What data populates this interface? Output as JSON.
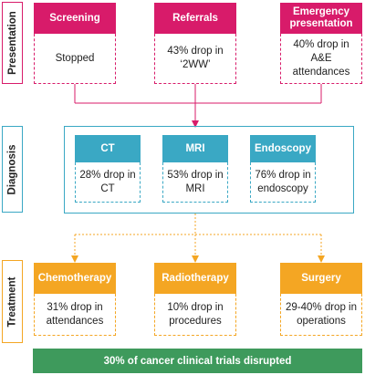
{
  "stages": {
    "presentation": "Presentation",
    "diagnosis": "Diagnosis",
    "treatment": "Treatment"
  },
  "presentation": [
    {
      "title": "Screening",
      "text": "Stopped"
    },
    {
      "title": "Referrals",
      "text": "43% drop in ‘2WW’"
    },
    {
      "title": "Emergency presentation",
      "text": "40% drop in A&E attendances"
    }
  ],
  "diagnosis": [
    {
      "title": "CT",
      "text": "28% drop in CT"
    },
    {
      "title": "MRI",
      "text": "53% drop in MRI"
    },
    {
      "title": "Endoscopy",
      "text": "76% drop in endoscopy"
    }
  ],
  "treatment": [
    {
      "title": "Chemotherapy",
      "text": "31% drop in attendances"
    },
    {
      "title": "Radiotherapy",
      "text": "10% drop in procedures"
    },
    {
      "title": "Surgery",
      "text": "29-40% drop in operations"
    }
  ],
  "footer": "30% of cancer clinical trials disrupted",
  "colors": {
    "presentation": "#d81b6a",
    "diagnosis": "#3aa8c4",
    "treatment": "#f4a623",
    "footer": "#3e9a5c"
  }
}
